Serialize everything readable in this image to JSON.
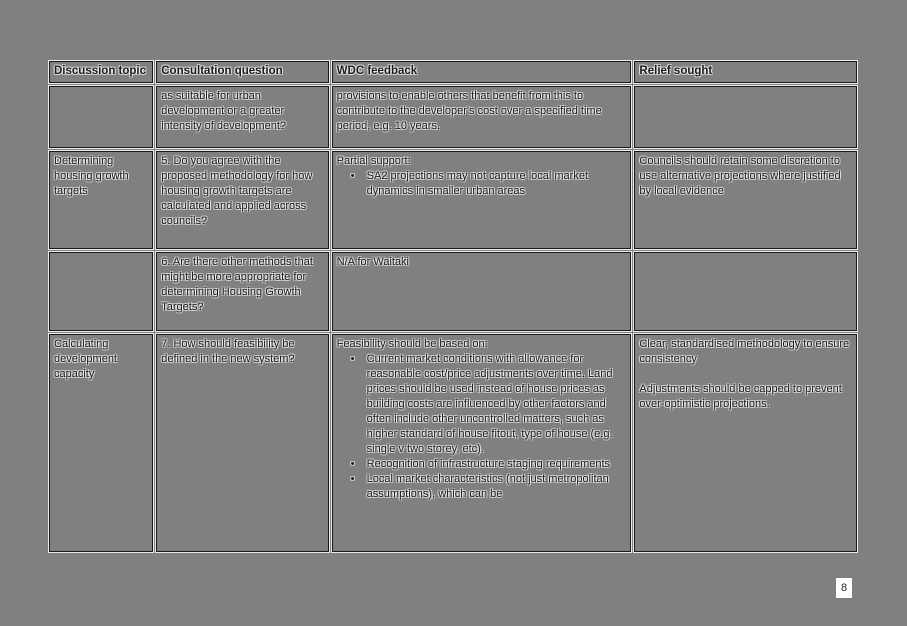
{
  "page": {
    "background_color": "#808080",
    "text_color": "#1c1c1c",
    "page_number": "8"
  },
  "table": {
    "headers": {
      "topic": "Discussion topic",
      "question": "Consultation question",
      "feedback": "WDC feedback",
      "relief": "Relief sought"
    },
    "rows": [
      {
        "topic": "",
        "question": "as suitable for urban development or a greater intensity of development?",
        "feedback_intro": "provisions to enable others that benefit from this to contribute to the developer's cost over a specified time period, e.g. 10 years.",
        "feedback_bullets": [],
        "relief_paragraphs": [
          "",
          ""
        ]
      },
      {
        "topic": "Determining housing growth targets",
        "question": "5. Do you agree with the proposed methodology for how housing growth targets are calculated and applied across councils?",
        "feedback_intro": "Partial support:",
        "feedback_bullets": [
          "SA2 projections may not capture local market dynamics in smaller urban areas"
        ],
        "relief_paragraphs": [
          "Councils should retain some discretion to use alternative projections where justified by local evidence",
          ""
        ]
      },
      {
        "topic": "",
        "question": "6. Are there other methods that might be more appropriate for determining Housing Growth Targets?",
        "feedback_intro": "N/A for Waitaki",
        "feedback_bullets": [],
        "relief_paragraphs": [
          "",
          ""
        ]
      },
      {
        "topic": "Calculating development capacity",
        "question": "7. How should feasibility be defined in the new system?",
        "feedback_intro": "Feasibility should be based on:",
        "feedback_bullets": [
          "Current market conditions with allowance for reasonable cost/price adjustments over time. Land prices should be used instead of house prices as building costs are influenced by other factors and often include other uncontrolled matters, such as higher standard of house fitout, type of house (e.g. single v two storey, etc).",
          "Recognition of infrastructure staging requirements",
          "Local market characteristics (not just metropolitan assumptions), which can be"
        ],
        "relief_paragraphs": [
          "Clear, standardised methodology to ensure consistency",
          "Adjustments should be capped to prevent over-optimistic projections."
        ]
      }
    ]
  }
}
